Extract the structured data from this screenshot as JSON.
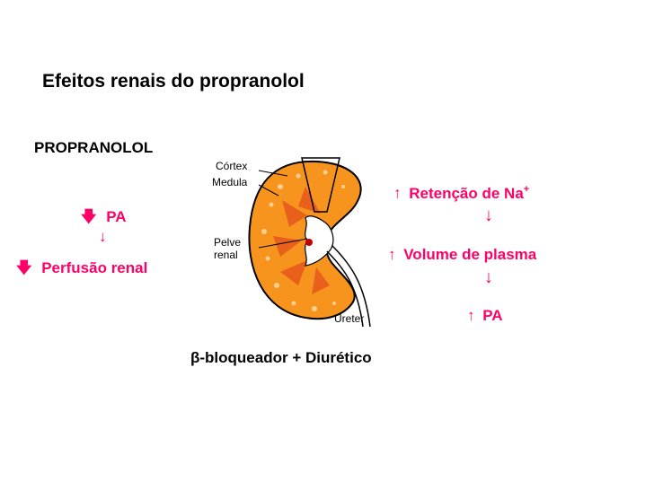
{
  "title": "Efeitos renais do propranolol",
  "drug_label": "PROPRANOLOL",
  "left_chain": {
    "pa": "PA",
    "perfusion": "Perfusão renal"
  },
  "right_chain": {
    "retention": "Retenção de Na",
    "retention_sup": "+",
    "plasma": "Volume de plasma",
    "pa": "PA"
  },
  "kidney_labels": {
    "cortex": "Córtex",
    "medulla": "Medula",
    "pelvis_line1": "Pelve",
    "pelvis_line2": "renal",
    "ureter": "Ureter"
  },
  "caption": {
    "beta": "β",
    "text": "-bloqueador + Diurético"
  },
  "colors": {
    "accent": "#ff0066",
    "kidney_fill": "#f7941d",
    "kidney_outline": "#000000"
  },
  "icons": {
    "down_bold": "down-bold-arrow-icon",
    "down": "down-arrow-icon",
    "up": "up-arrow-icon"
  }
}
